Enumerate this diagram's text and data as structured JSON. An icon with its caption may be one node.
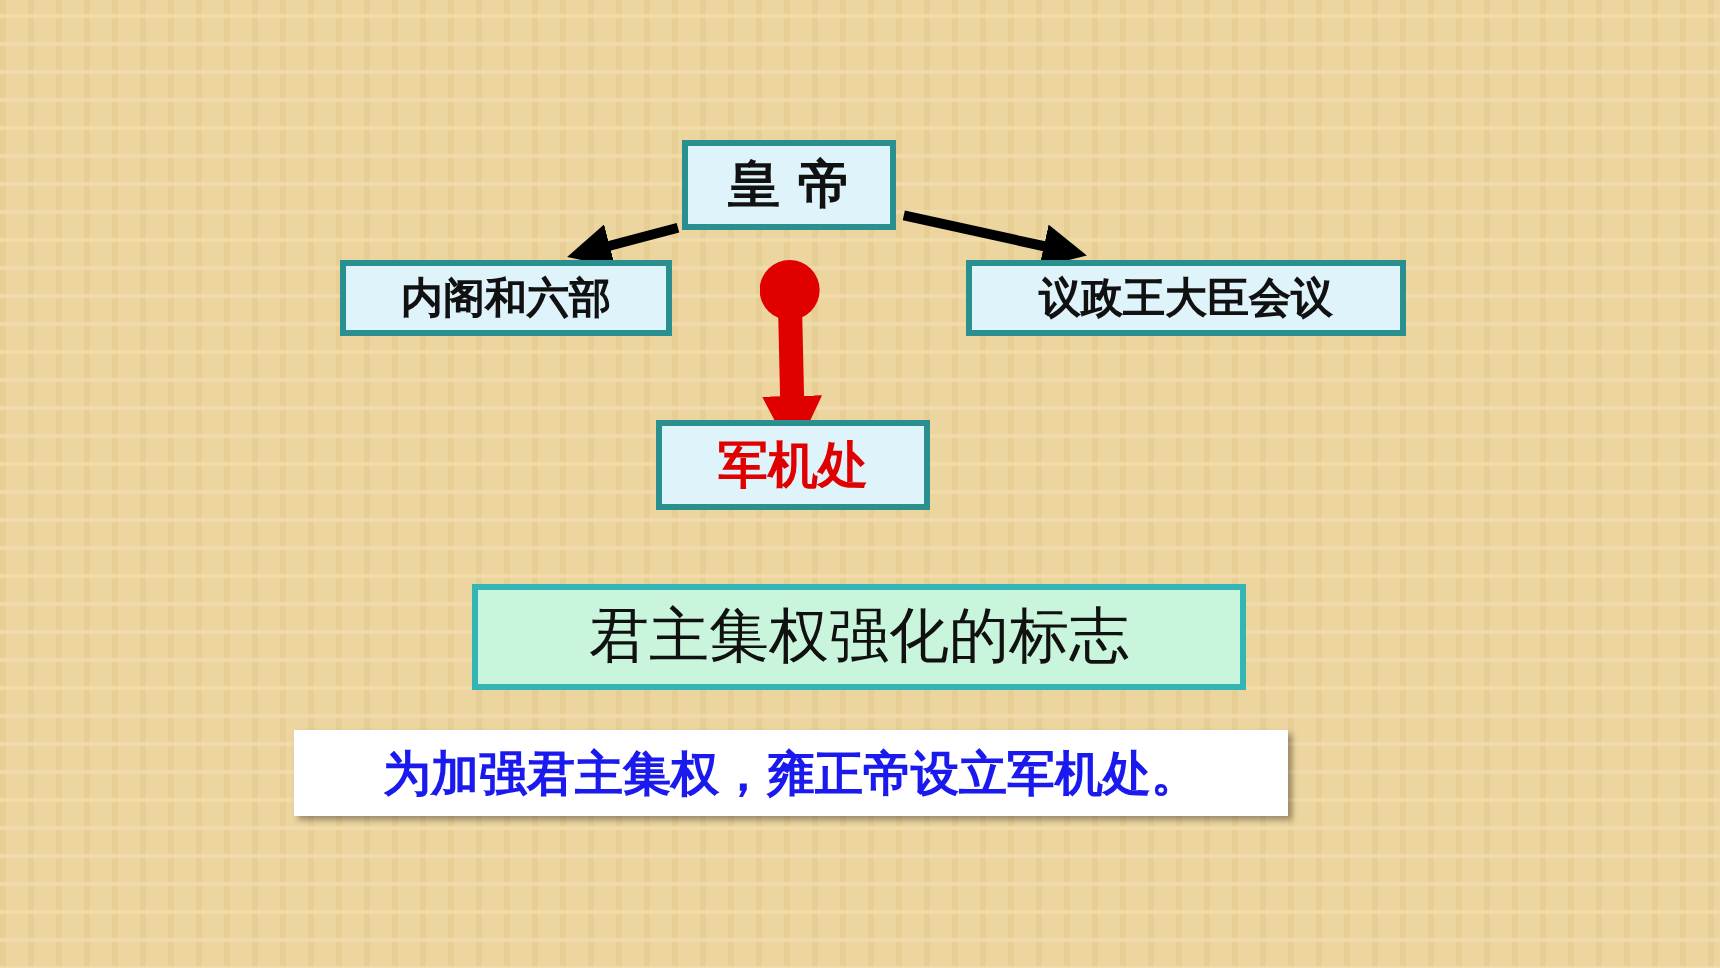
{
  "diagram": {
    "nodes": [
      {
        "text": [
          "皇 帝"
        ]
      },
      {
        "text": [
          "内阁和六部"
        ]
      },
      {
        "text": [
          "议政王大臣会议"
        ]
      },
      {
        "text": [
          "军机处"
        ]
      },
      {
        "text": [
          "君主集权强化的标志"
        ]
      },
      {
        "text": [
          "为加强君主集权，雍正帝设立军机处。"
        ]
      }
    ],
    "edges": [
      {
        "from": 0,
        "to": 1,
        "arrow": "to"
      },
      {
        "from": 0,
        "to": 2,
        "arrow": "to"
      },
      {
        "from": 0,
        "to": 3,
        "arrow": "to",
        "style": "thick",
        "color": "#e00000"
      }
    ]
  }
}
